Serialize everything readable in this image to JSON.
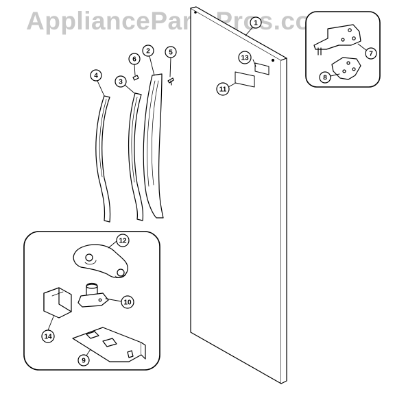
{
  "watermark": {
    "text": "AppliancePartsPros.com"
  },
  "callouts": {
    "c1": "1",
    "c2": "2",
    "c3": "3",
    "c4": "4",
    "c5": "5",
    "c6": "6",
    "c7": "7",
    "c8": "8",
    "c9": "9",
    "c10": "10",
    "c11": "11",
    "c12": "12",
    "c13": "13",
    "c14": "14"
  },
  "colors": {
    "line": "#000000",
    "watermark": "#c8c8c8",
    "background": "#ffffff"
  }
}
